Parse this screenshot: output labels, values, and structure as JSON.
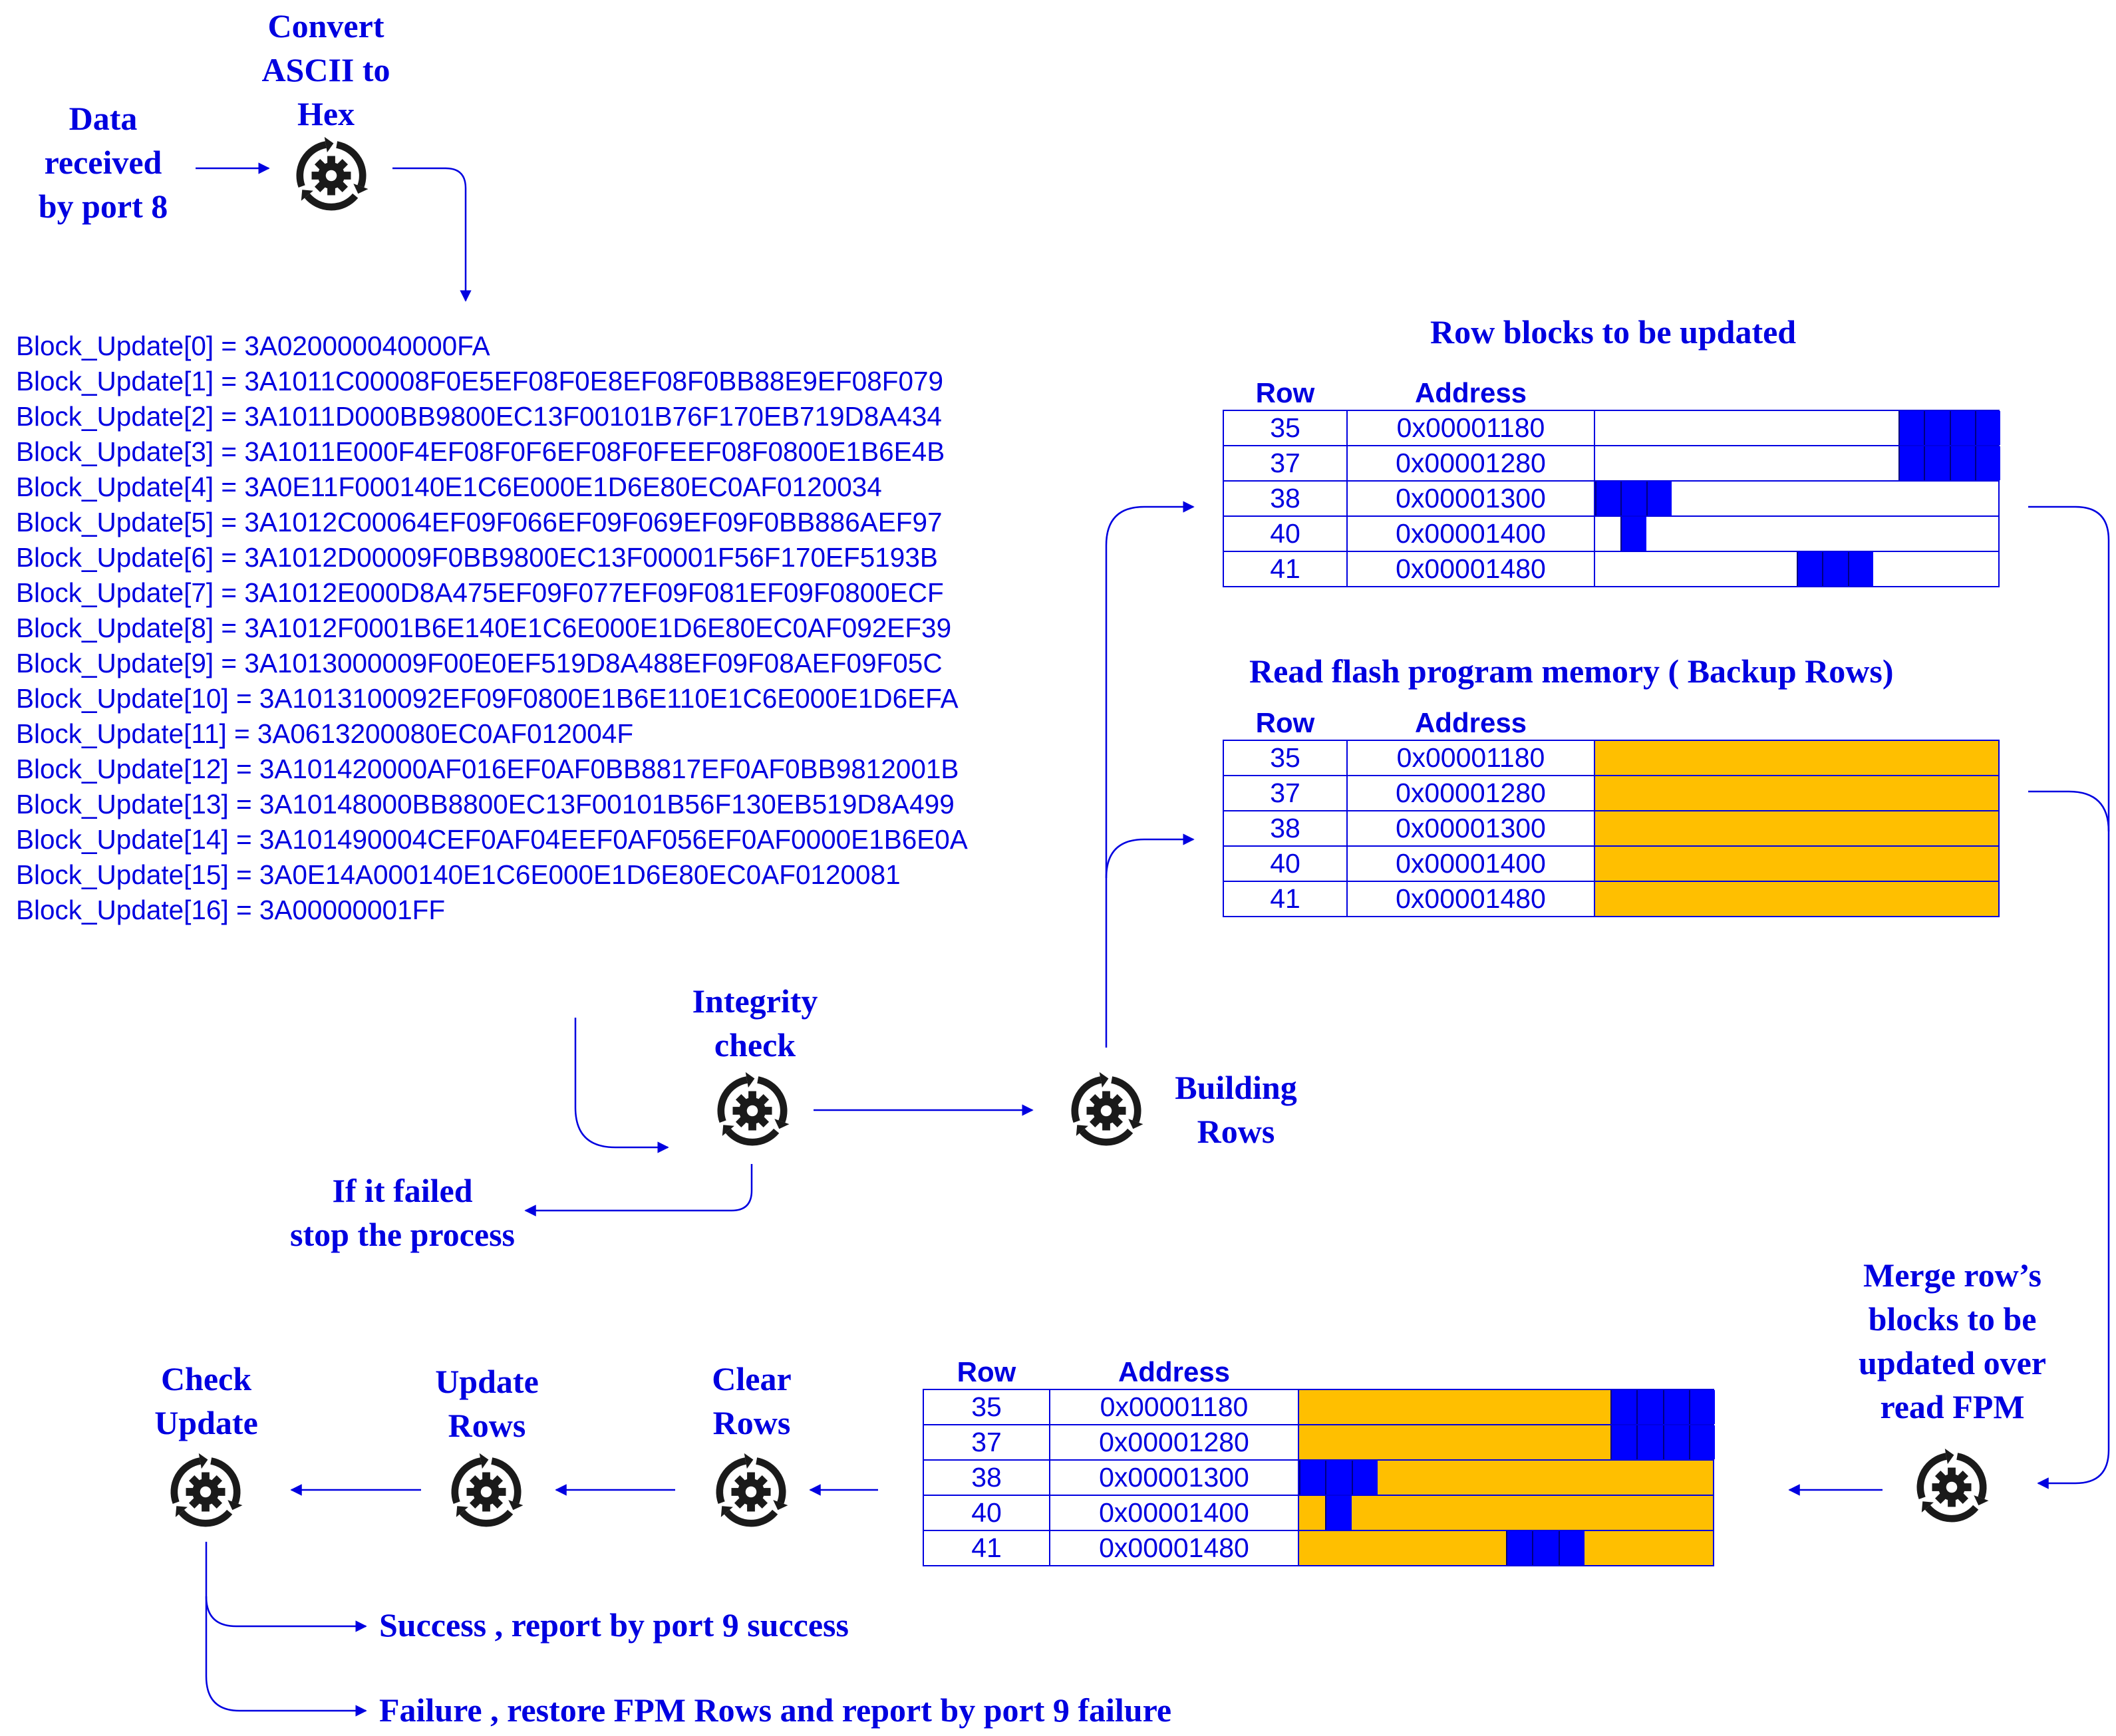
{
  "labels": {
    "data_received": "Data\nreceived\nby port 8",
    "convert": "Convert\nASCII to\nHex",
    "integrity": "Integrity\ncheck",
    "failed": "If it failed\nstop the process",
    "building": "Building\nRows",
    "merge": "Merge row’s\nblocks to be\nupdated over\nread FPM",
    "clear": "Clear\nRows",
    "update": "Update\nRows",
    "check": "Check\nUpdate",
    "success": "Success , report by port 9 success",
    "failure": "Failure , restore FPM Rows and report by port 9 failure"
  },
  "block_updates": [
    "Block_Update[0] = 3A020000040000FA",
    "Block_Update[1] = 3A1011C00008F0E5EF08F0E8EF08F0BB88E9EF08F079",
    "Block_Update[2] = 3A1011D000BB9800EC13F00101B76F170EB719D8A434",
    "Block_Update[3] = 3A1011E000F4EF08F0F6EF08F0FEEF08F0800E1B6E4B",
    "Block_Update[4] = 3A0E11F000140E1C6E000E1D6E80EC0AF0120034",
    "Block_Update[5] = 3A1012C00064EF09F066EF09F069EF09F0BB886AEF97",
    "Block_Update[6] = 3A1012D00009F0BB9800EC13F00001F56F170EF5193B",
    "Block_Update[7] = 3A1012E000D8A475EF09F077EF09F081EF09F0800ECF",
    "Block_Update[8] = 3A1012F0001B6E140E1C6E000E1D6E80EC0AF092EF39",
    "Block_Update[9] = 3A1013000009F00E0EF519D8A488EF09F08AEF09F05C",
    "Block_Update[10] = 3A1013100092EF09F0800E1B6E110E1C6E000E1D6EFA",
    "Block_Update[11] = 3A0613200080EC0AF012004F",
    "Block_Update[12] = 3A101420000AF016EF0AF0BB8817EF0AF0BB9812001B",
    "Block_Update[13] = 3A10148000BB8800EC13F00101B56F130EB519D8A499",
    "Block_Update[14] = 3A101490004CEF0AF04EEF0AF056EF0AF0000E1B6E0A",
    "Block_Update[15] = 3A0E14A000140E1C6E000E1D6E80EC0AF0120081",
    "Block_Update[16] = 3A00000001FF"
  ],
  "tables": {
    "col_row": "Row",
    "col_address": "Address",
    "blocks_title": "Row blocks to be updated",
    "backup_title": "Read flash program memory ( Backup Rows)",
    "rows": [
      {
        "row": "35",
        "address": "0x00001180"
      },
      {
        "row": "37",
        "address": "0x00001280"
      },
      {
        "row": "38",
        "address": "0x00001300"
      },
      {
        "row": "40",
        "address": "0x00001400"
      },
      {
        "row": "41",
        "address": "0x00001480"
      }
    ]
  },
  "colors": {
    "accent": "#0000E0",
    "block": "#0000FF",
    "backup": "#FFBF00"
  },
  "icons": {
    "process": "gear-cycle-icon"
  }
}
